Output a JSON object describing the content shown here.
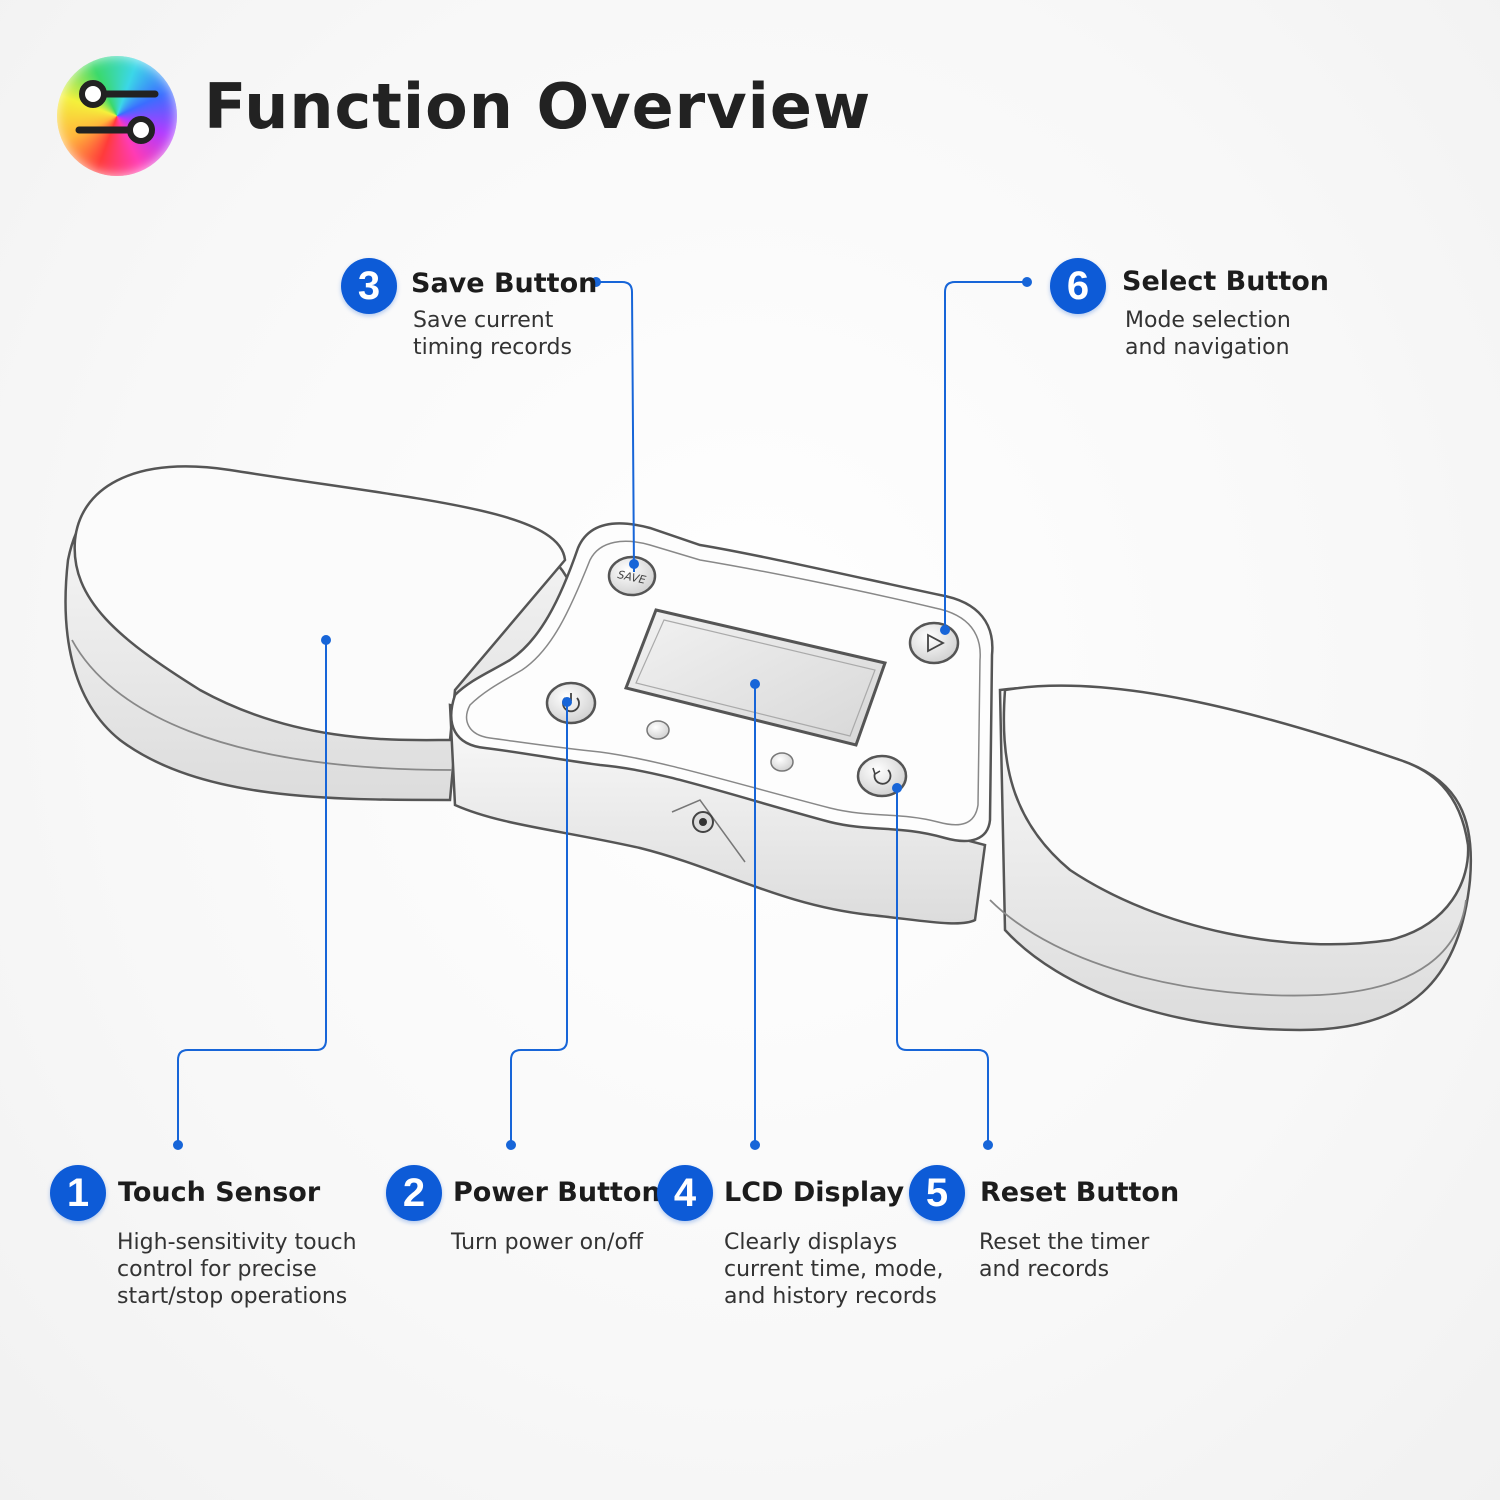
{
  "title": "Function Overview",
  "accent_color": "#0d5bd7",
  "logo": {
    "icon": "toggle-switches-icon"
  },
  "callouts": [
    {
      "number": "1",
      "label": "Touch Sensor",
      "lines": [
        "High-sensitivity touch",
        "control for precise",
        "start/stop operations"
      ]
    },
    {
      "number": "2",
      "label": "Power Button",
      "lines": [
        "Turn power on/off"
      ]
    },
    {
      "number": "3",
      "label": "Save Button",
      "lines": [
        "Save current",
        "timing records"
      ]
    },
    {
      "number": "4",
      "label": "LCD Display",
      "lines": [
        "Clearly displays",
        "current time, mode,",
        "and history records"
      ]
    },
    {
      "number": "5",
      "label": "Reset Button",
      "lines": [
        "Reset the timer",
        "and records"
      ]
    },
    {
      "number": "6",
      "label": "Select Button",
      "lines": [
        "Mode selection",
        "and navigation"
      ]
    }
  ],
  "device": {
    "save_key_text": "SAVE"
  }
}
